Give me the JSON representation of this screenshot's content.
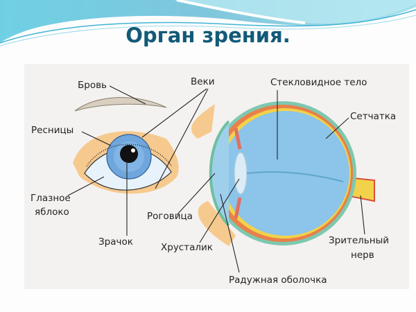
{
  "slide": {
    "title": "Орган зрения."
  },
  "diagram": {
    "labels": {
      "eyebrow": "Бровь",
      "eyelids": "Веки",
      "vitreous_body": "Стекловидное тело",
      "retina": "Сетчатка",
      "eyelashes": "Ресницы",
      "eyeball_line1": "Глазное",
      "eyeball_line2": "яблоко",
      "cornea": "Роговица",
      "pupil": "Зрачок",
      "lens": "Хрусталик",
      "optic_nerve_line1": "Зрительный",
      "optic_nerve_line2": "нерв",
      "iris": "Радужная оболочка"
    }
  },
  "colors": {
    "title": "#125a78",
    "banner": "#7fd3e6",
    "eyeball": "#8cc4ea",
    "skin": "#f6c98f"
  }
}
